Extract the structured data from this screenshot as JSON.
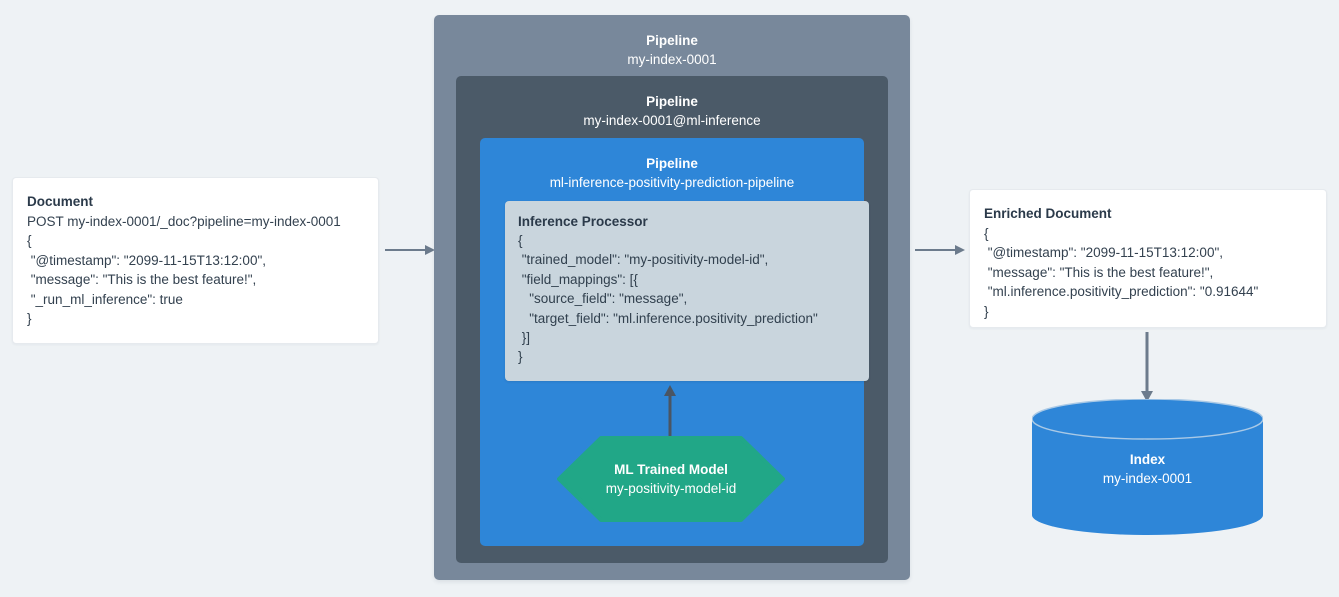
{
  "background_color": "#eef2f5",
  "document": {
    "title": "Document",
    "lines": [
      "POST my-index-0001/_doc?pipeline=my-index-0001",
      "{",
      " \"@timestamp\": \"2099-11-15T13:12:00\",",
      " \"message\": \"This is the best feature!\",",
      " \"_run_ml_inference\": true",
      "}"
    ]
  },
  "pipelines": {
    "outer": {
      "title": "Pipeline",
      "name": "my-index-0001",
      "color": "#78889b"
    },
    "middle": {
      "title": "Pipeline",
      "name": "my-index-0001@ml-inference",
      "color": "#4b5a68"
    },
    "inner": {
      "title": "Pipeline",
      "name": "ml-inference-positivity-prediction-pipeline",
      "color": "#2e86d8"
    }
  },
  "inference_processor": {
    "title": "Inference Processor",
    "color": "#c9d5dd",
    "lines": [
      "{",
      " \"trained_model\": \"my-positivity-model-id\",",
      " \"field_mappings\": [{",
      "   \"source_field\": \"message\",",
      "   \"target_field\": \"ml.inference.positivity_prediction\"",
      " }]",
      "}"
    ]
  },
  "ml_model": {
    "title": "ML Trained Model",
    "name": "my-positivity-model-id",
    "color": "#21a787"
  },
  "enriched_document": {
    "title": "Enriched Document",
    "lines": [
      "{",
      " \"@timestamp\": \"2099-11-15T13:12:00\",",
      " \"message\": \"This is the best feature!\",",
      " \"ml.inference.positivity_prediction\": \"0.91644\"",
      "}"
    ]
  },
  "index": {
    "title": "Index",
    "name": "my-index-0001",
    "color": "#2e86d8"
  },
  "connectors": {
    "doc_to_pipeline": "arrow-right",
    "pipeline_to_enriched": "arrow-right",
    "model_to_processor": "arrow-up",
    "enriched_to_index": "arrow-down",
    "color": "#6c7b8c"
  }
}
